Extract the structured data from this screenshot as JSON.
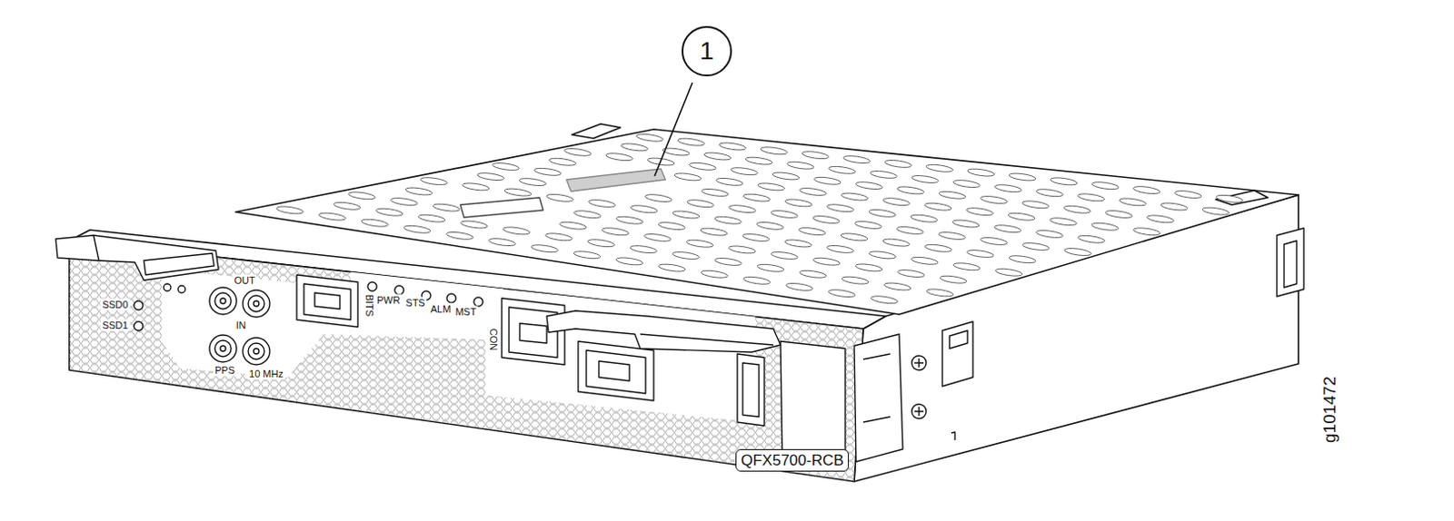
{
  "diagram": {
    "nodes": [
      {
        "text": [
          "QFX5700-RCB"
        ]
      }
    ],
    "labels": [
      "1",
      "SSD0",
      "SSD1",
      "OUT",
      "IN",
      "PPS",
      "10 MHz",
      "BITS",
      "PWR",
      "STS",
      "ALM",
      "MST",
      "CON",
      "g101472"
    ]
  }
}
